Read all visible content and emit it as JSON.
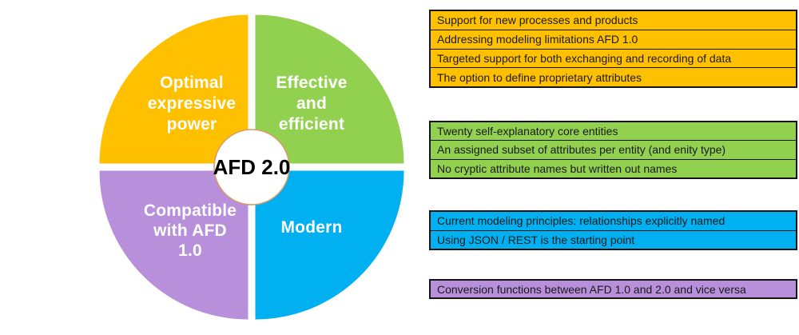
{
  "pie": {
    "center": {
      "label": "AFD 2.0",
      "fill": "#ffffff",
      "ring_color": "#D79A67",
      "text_color": "#000000"
    },
    "segments": [
      {
        "name": "optimal-expressive-power",
        "color": "#FFC000",
        "lines": [
          "Optimal",
          "expressive",
          "power"
        ]
      },
      {
        "name": "effective-and-efficient",
        "color": "#92D050",
        "lines": [
          "Effective",
          "and",
          "efficient"
        ]
      },
      {
        "name": "modern",
        "color": "#00B0F0",
        "lines": [
          "Modern"
        ]
      },
      {
        "name": "compatible-with-afd-1-0",
        "color": "#B78FDA",
        "lines": [
          "Compatible",
          "with AFD",
          "1.0"
        ]
      }
    ]
  },
  "panels": [
    {
      "name": "optimal-expressive-power",
      "color": "#FFC000",
      "items": [
        "Support for new processes and products",
        "Addressing modeling limitations AFD 1.0",
        "Targeted support for both exchanging and recording of data",
        "The option to define proprietary attributes"
      ]
    },
    {
      "name": "effective-and-efficient",
      "color": "#92D050",
      "items": [
        "Twenty self-explanatory core entities",
        "An assigned subset of attributes per entity (and enity type)",
        "No cryptic attribute names but written out names"
      ]
    },
    {
      "name": "modern",
      "color": "#00B0F0",
      "items": [
        "Current modeling principles: relationships explicitly named",
        "Using JSON / REST is the starting point"
      ]
    },
    {
      "name": "compatible-with-afd-1-0",
      "color": "#B78FDA",
      "items": [
        "Conversion functions between AFD 1.0 and 2.0 and vice versa"
      ]
    }
  ]
}
